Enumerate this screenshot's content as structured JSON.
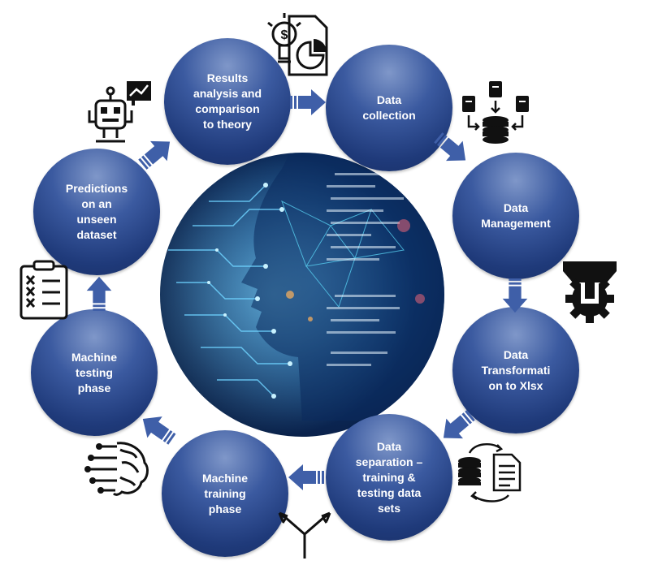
{
  "steps": [
    {
      "id": "results",
      "label": "Results\nanalysis and\ncomparison\nto theory"
    },
    {
      "id": "collection",
      "label": "Data\ncollection"
    },
    {
      "id": "management",
      "label": "Data\nManagement"
    },
    {
      "id": "transformation",
      "label": "Data\nTransformati\non to Xlsx"
    },
    {
      "id": "separation",
      "label": "Data\nseparation –\ntraining &\ntesting data\nsets"
    },
    {
      "id": "training",
      "label": "Machine\ntraining\nphase"
    },
    {
      "id": "testing",
      "label": "Machine\ntesting\nphase"
    },
    {
      "id": "predictions",
      "label": "Predictions\non an\nunseen\ndataset"
    }
  ],
  "icons": [
    "idea-chart-icon",
    "database-files-icon",
    "gear-tool-icon",
    "database-document-icon",
    "split-arrow-icon",
    "brain-circuit-icon",
    "checklist-icon",
    "robot-chart-icon"
  ],
  "colors": {
    "node": "#1f3a7a",
    "arrow": "#3f5fa8",
    "icon": "#111111"
  }
}
